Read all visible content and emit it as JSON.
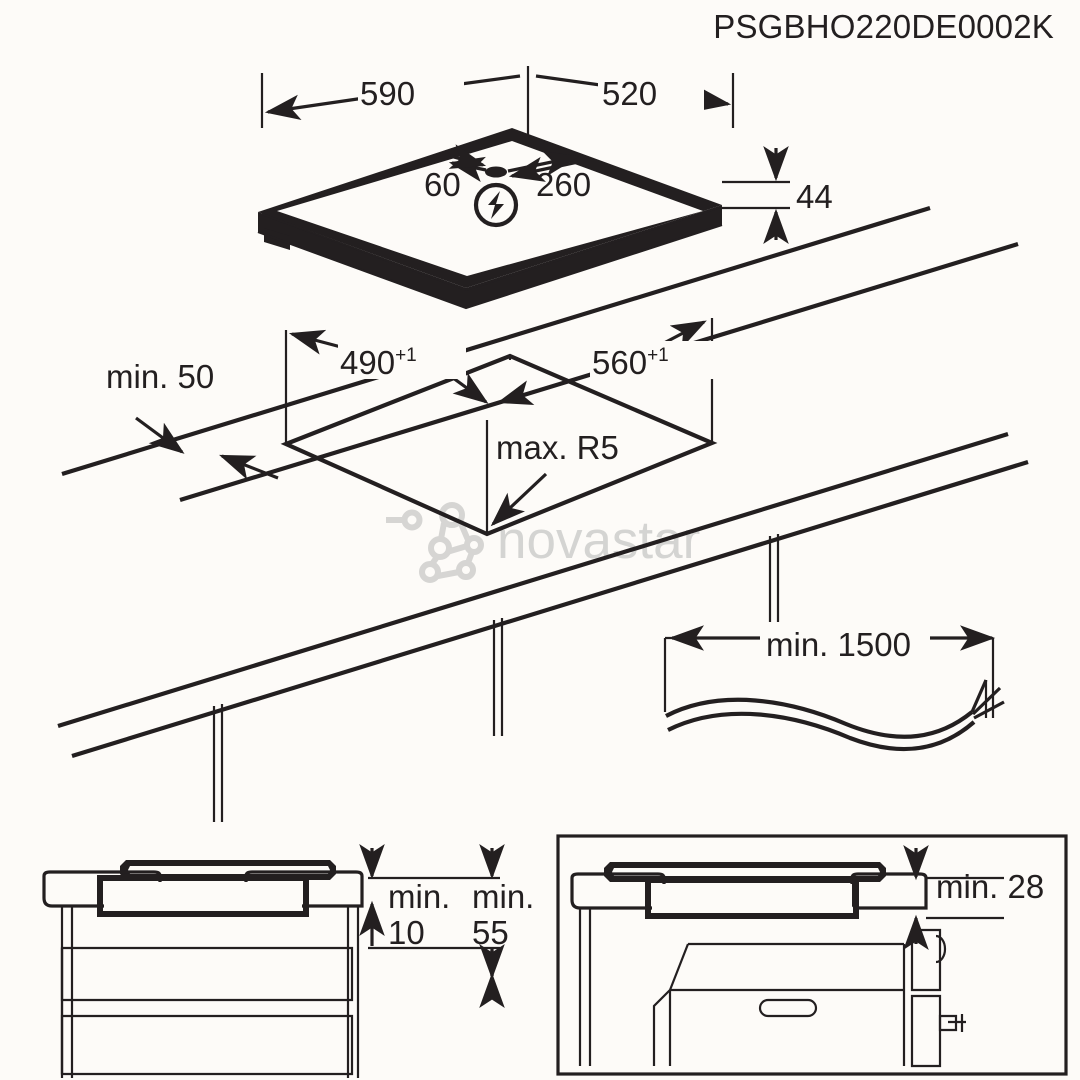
{
  "document": {
    "code": "PSGBHO220DE0002K",
    "type": "installation-dimension-drawing",
    "watermark": "novastar"
  },
  "views": {
    "hob_perspective": {
      "name": "cooktop-perspective-view",
      "dimensions": {
        "width": "590",
        "depth": "520",
        "height": "44",
        "connection_offset_left": "60",
        "connection_offset_right": "260"
      },
      "symbol": "electrical-connection-lightning"
    },
    "worktop_cutout": {
      "name": "worktop-cutout-view",
      "dimensions": {
        "cutout_depth": "490",
        "cutout_depth_tol": "+1",
        "cutout_width": "560",
        "cutout_width_tol": "+1",
        "corner_radius": "max. R5",
        "edge_distance": "min. 50"
      }
    },
    "cable": {
      "name": "power-cable-view",
      "dimensions": {
        "length": "min. 1500"
      }
    },
    "section_drawer": {
      "name": "drawer-cabinet-section-view",
      "dimensions": {
        "clearance_label_a": "min.",
        "clearance_value_a": "10",
        "clearance_label_b": "min.",
        "clearance_value_b": "55"
      }
    },
    "section_oven": {
      "name": "oven-cabinet-section-view",
      "dimensions": {
        "clearance": "min. 28"
      }
    }
  },
  "colors": {
    "ink": "#231f20",
    "background": "#fdfbf8",
    "watermark": "#d4d4d2"
  }
}
